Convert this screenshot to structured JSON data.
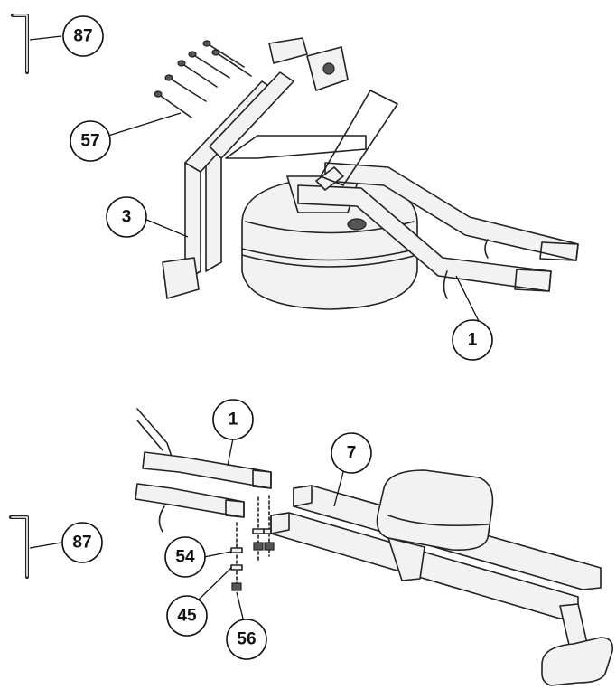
{
  "callouts": {
    "top_wrench": "87",
    "bolts": "57",
    "rear_frame": "3",
    "top_base_rail": "1",
    "bottom_base_rail": "1",
    "seat_rail": "7",
    "bottom_wrench": "87",
    "washer_54": "54",
    "washer_45": "45",
    "nut_56": "56"
  },
  "colors": {
    "line": "#222222",
    "background": "#ffffff"
  }
}
